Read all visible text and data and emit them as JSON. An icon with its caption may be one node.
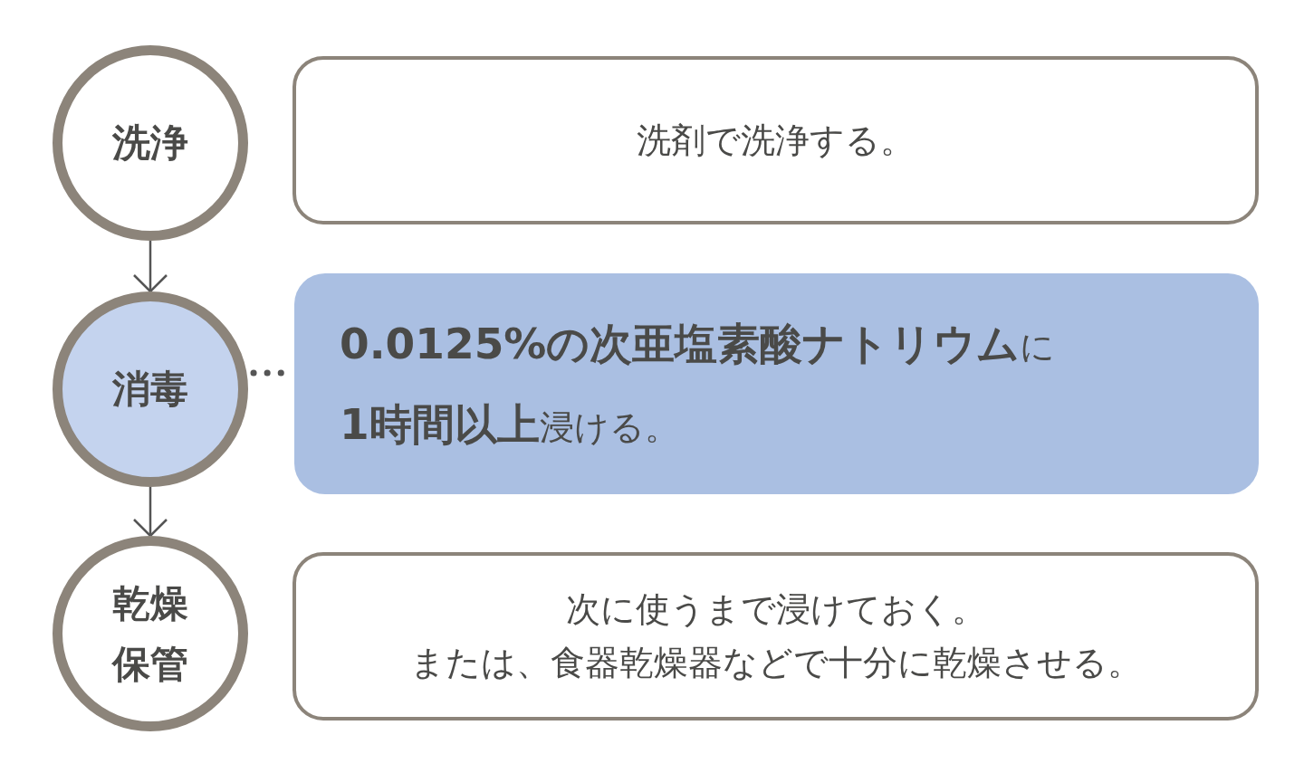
{
  "diagram": {
    "nodes": [
      {
        "text": [
          "洗浄"
        ]
      },
      {
        "text": [
          "洗剤で洗浄する。"
        ]
      },
      {
        "text": [
          "消毒"
        ]
      },
      {
        "text": [
          "**0.0125%の次亜塩素酸ナトリウム**に",
          "**1時間以上**浸ける。"
        ]
      },
      {
        "text": [
          "乾燥保管"
        ]
      },
      {
        "text": [
          "次に使うまで浸けておく。",
          "または、食器乾燥器などで十分に乾燥させる。"
        ]
      }
    ],
    "edges": [
      {
        "from": 0,
        "to": 2,
        "arrow": "to"
      },
      {
        "from": 2,
        "to": 4,
        "arrow": "to"
      },
      {
        "from": 2,
        "to": 3,
        "arrow": "none",
        "style": "dashed"
      }
    ]
  }
}
